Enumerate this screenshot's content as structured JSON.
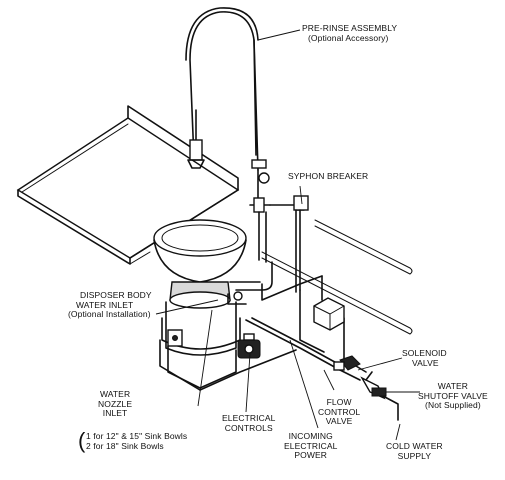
{
  "labels": {
    "pre_rinse": [
      "PRE-RINSE ASSEMBLY",
      "(Optional Accessory)"
    ],
    "syphon_breaker": [
      "SYPHON BREAKER"
    ],
    "disposer_inlet": [
      "DISPOSER BODY",
      "WATER INLET",
      "(Optional Installation)"
    ],
    "solenoid_valve": [
      "SOLENOID",
      "VALVE"
    ],
    "water_shutoff": [
      "WATER",
      "SHUTOFF VALVE",
      "(Not Supplied)"
    ],
    "water_nozzle": [
      "WATER",
      "NOZZLE",
      "INLET"
    ],
    "sink_bowls": [
      "1 for 12\" & 15\" Sink Bowls",
      "2 for 18\" Sink Bowls"
    ],
    "electrical_controls": [
      "ELECTRICAL",
      "CONTROLS"
    ],
    "incoming_power": [
      "INCOMING",
      "ELECTRICAL",
      "POWER"
    ],
    "flow_control": [
      "FLOW",
      "CONTROL",
      "VALVE"
    ],
    "cold_water": [
      "COLD WATER",
      "SUPPLY"
    ]
  }
}
